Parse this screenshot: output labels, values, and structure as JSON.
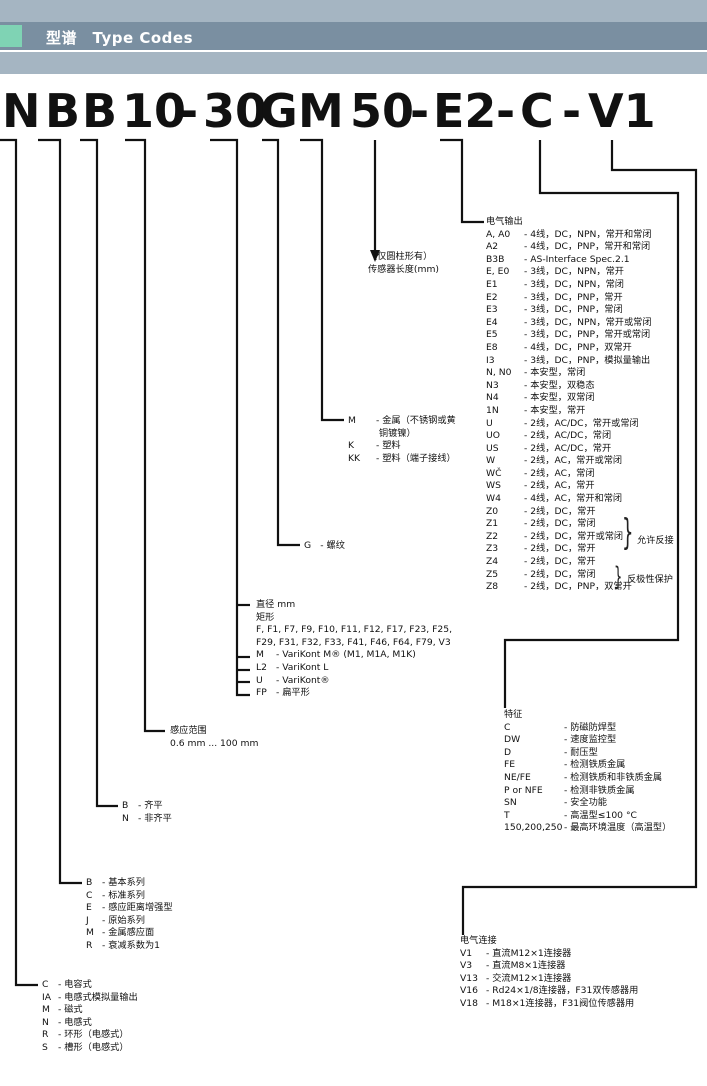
{
  "header": {
    "title": "型谱　Type Codes"
  },
  "code_parts": [
    "N",
    "B",
    "B",
    "10",
    "-",
    "30",
    "G",
    "M",
    "50",
    "-",
    "E2",
    "-",
    "C",
    "-",
    "V1"
  ],
  "electrical_output": {
    "heading": "电气输出",
    "rows": [
      {
        "code": "A, A0",
        "desc": "- 4线，DC，NPN，常开和常闭"
      },
      {
        "code": "A2",
        "desc": "- 4线，DC，PNP，常开和常闭"
      },
      {
        "code": "B3B",
        "desc": "- AS-Interface Spec.2.1"
      },
      {
        "code": "E, E0",
        "desc": "- 3线，DC，NPN，常开"
      },
      {
        "code": "E1",
        "desc": "- 3线，DC，NPN，常闭"
      },
      {
        "code": "E2",
        "desc": "- 3线，DC，PNP，常开"
      },
      {
        "code": "E3",
        "desc": "- 3线，DC，PNP，常闭"
      },
      {
        "code": "E4",
        "desc": "- 3线，DC，NPN，常开或常闭"
      },
      {
        "code": "E5",
        "desc": "- 3线，DC，PNP，常开或常闭"
      },
      {
        "code": "E8",
        "desc": "- 4线，DC，PNP，双常开"
      },
      {
        "code": "I3",
        "desc": "- 3线，DC，PNP，模拟量输出"
      },
      {
        "code": "N, N0",
        "desc": "- 本安型，常闭"
      },
      {
        "code": "N3",
        "desc": "- 本安型，双稳态"
      },
      {
        "code": "N4",
        "desc": "- 本安型，双常闭"
      },
      {
        "code": "1N",
        "desc": "- 本安型，常开"
      },
      {
        "code": "U",
        "desc": "- 2线，AC/DC，常开或常闭"
      },
      {
        "code": "UO",
        "desc": "- 2线，AC/DC，常闭"
      },
      {
        "code": "US",
        "desc": "- 2线，AC/DC，常开"
      },
      {
        "code": "W",
        "desc": "- 2线，AC，常开或常闭"
      },
      {
        "code": "WČ",
        "desc": "- 2线，AC，常闭"
      },
      {
        "code": "WS",
        "desc": "- 2线，AC，常开"
      },
      {
        "code": "W4",
        "desc": "- 4线，AC，常开和常闭"
      },
      {
        "code": "Z0",
        "desc": "- 2线，DC，常开"
      },
      {
        "code": "Z1",
        "desc": "- 2线，DC，常闭"
      },
      {
        "code": "Z2",
        "desc": "- 2线，DC，常开或常闭"
      },
      {
        "code": "Z3",
        "desc": "- 2线，DC，常开"
      },
      {
        "code": "Z4",
        "desc": "- 2线，DC，常开"
      },
      {
        "code": "Z5",
        "desc": "- 2线，DC，常闭"
      },
      {
        "code": "Z8",
        "desc": "- 2线，DC，PNP，双常开"
      }
    ],
    "brace1_label": "允许反接",
    "brace2_label": "反极性保护"
  },
  "length_note": {
    "line1": "（仅圆柱形有）",
    "line2": "传感器长度(mm)"
  },
  "material": {
    "rows": [
      {
        "code": "M",
        "desc": "- 金属（不锈钢或黄"
      },
      {
        "code": "",
        "desc": "  铜镀镍）"
      },
      {
        "code": "K",
        "desc": "- 塑料"
      },
      {
        "code": "KK",
        "desc": "- 塑料（端子接线）"
      }
    ]
  },
  "thread": {
    "text": "G　- 螺纹"
  },
  "shape": {
    "diameter": "直径 mm",
    "rect": "矩形",
    "models1": "F, F1, F7, F9, F10, F11, F12, F17, F23, F25,",
    "models2": "F29, F31, F32, F33, F41, F46, F64, F79, V3",
    "rows": [
      {
        "code": "M",
        "desc": "- VariKont M® (M1, M1A, M1K)"
      },
      {
        "code": "L2",
        "desc": "- VariKont L"
      },
      {
        "code": "U",
        "desc": "- VariKont®"
      },
      {
        "code": "FP",
        "desc": "- 扁平形"
      }
    ]
  },
  "range": {
    "title": "感应范围",
    "value": "0.6 mm ... 100 mm"
  },
  "mounting": {
    "rows": [
      {
        "code": "B",
        "desc": "- 齐平"
      },
      {
        "code": "N",
        "desc": "- 非齐平"
      }
    ]
  },
  "series": {
    "rows": [
      {
        "code": "B",
        "desc": "- 基本系列"
      },
      {
        "code": "C",
        "desc": "- 标准系列"
      },
      {
        "code": "E",
        "desc": "- 感应距离增强型"
      },
      {
        "code": "J",
        "desc": "- 原始系列"
      },
      {
        "code": "M",
        "desc": "- 金属感应面"
      },
      {
        "code": "R",
        "desc": "- 衰减系数为1"
      }
    ]
  },
  "principle": {
    "rows": [
      {
        "code": "C",
        "desc": "- 电容式"
      },
      {
        "code": "IA",
        "desc": "- 电感式模拟量输出"
      },
      {
        "code": "M",
        "desc": "- 磁式"
      },
      {
        "code": "N",
        "desc": "- 电感式"
      },
      {
        "code": "R",
        "desc": "- 环形（电感式）"
      },
      {
        "code": "S",
        "desc": "- 槽形（电感式）"
      }
    ]
  },
  "features": {
    "heading": "特征",
    "rows": [
      {
        "code": "C",
        "desc": "- 防磁防焊型"
      },
      {
        "code": "DW",
        "desc": "- 速度监控型"
      },
      {
        "code": "D",
        "desc": "- 耐压型"
      },
      {
        "code": "FE",
        "desc": "- 检测铁质金属"
      },
      {
        "code": "NE/FE",
        "desc": "- 检测铁质和非铁质金属"
      },
      {
        "code": "P or NFE",
        "desc": "- 检测非铁质金属"
      },
      {
        "code": "SN",
        "desc": "- 安全功能"
      },
      {
        "code": "T",
        "desc": "- 高温型≤100 °C"
      },
      {
        "code": "150,200,250",
        "desc": "- 最高环境温度（高温型）"
      }
    ]
  },
  "connection": {
    "heading": "电气连接",
    "rows": [
      {
        "code": "V1",
        "desc": "- 直流M12×1连接器"
      },
      {
        "code": "V3",
        "desc": "- 直流M8×1连接器"
      },
      {
        "code": "V13",
        "desc": "- 交流M12×1连接器"
      },
      {
        "code": "V16",
        "desc": "- Rd24×1/8连接器，F31双传感器用"
      },
      {
        "code": "V18",
        "desc": "- M18×1连接器，F31阀位传感器用"
      }
    ]
  }
}
